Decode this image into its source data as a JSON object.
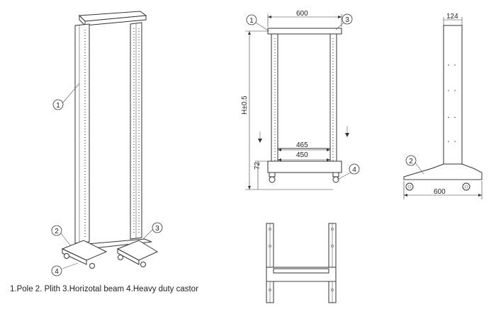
{
  "callouts": {
    "pole": "1",
    "plinth": "2",
    "beam": "3",
    "castor": "4"
  },
  "dimensions": {
    "front_width": "600",
    "height": "H±0.5",
    "inner_width_top": "465",
    "inner_width_bottom": "450",
    "base_height": "72",
    "side_depth": "124",
    "side_width": "600"
  },
  "legend": "1.Pole  2. Plith  3.Horizotal beam  4.Heavy duty castor"
}
